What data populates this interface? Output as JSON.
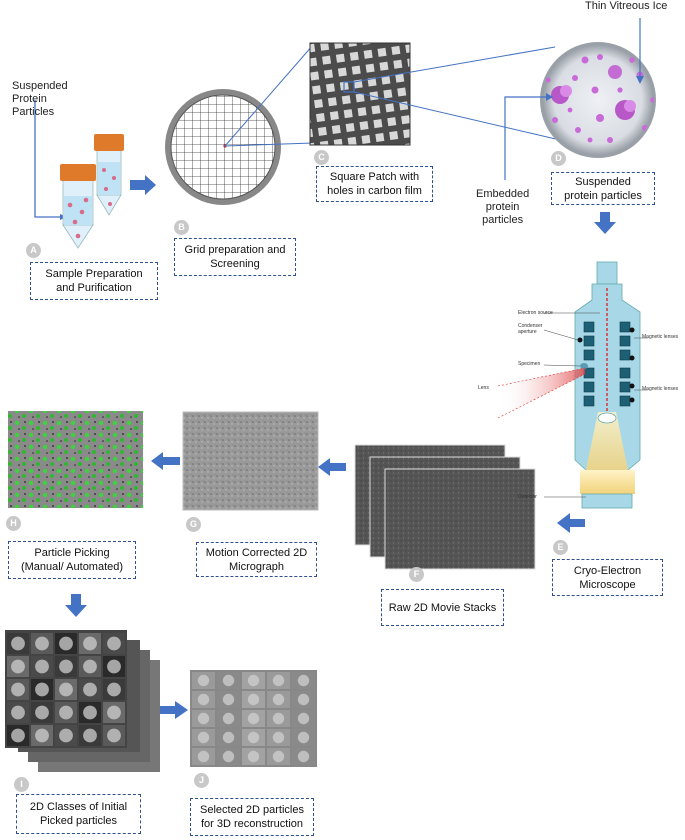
{
  "labels": {
    "suspended_protein": "Suspended\nProtein\nParticles",
    "thin_ice": "Thin Vitreous Ice",
    "embedded": "Embedded\nprotein\nparticles"
  },
  "steps": {
    "A": {
      "badge": "A",
      "label": "Sample Preparation\nand Purification"
    },
    "B": {
      "badge": "B",
      "label": "Grid preparation and\nScreening"
    },
    "C": {
      "badge": "C",
      "label": "Square Patch with\nholes in carbon film"
    },
    "D": {
      "badge": "D",
      "label": "Suspended\nprotein particles"
    },
    "E": {
      "badge": "E",
      "label": "Cryo-Electron\nMicroscope"
    },
    "F": {
      "badge": "F",
      "label": "Raw 2D Movie Stacks"
    },
    "G": {
      "badge": "G",
      "label": "Motion Corrected 2D\nMicrograph"
    },
    "H": {
      "badge": "H",
      "label": "Particle Picking\n(Manual/ Automated)"
    },
    "I": {
      "badge": "I",
      "label": "2D Classes of Initial\nPicked particles"
    },
    "J": {
      "badge": "J",
      "label": "Selected 2D particles\nfor 3D reconstruction"
    }
  },
  "microscope": {
    "electron_source": "Electron source",
    "condenser": "Condenser\naperture",
    "magnetic1": "Magnetic lenses",
    "specimen": "Specimen",
    "lens": "Lens",
    "magnetic2": "Magnetic lenses",
    "detector": "Detector"
  },
  "colors": {
    "box_border": "#2f4f8f",
    "arrow": "#4472c4",
    "badge": "#c8c8c8",
    "tube_cap": "#e07a2b",
    "scope": "#a8d8e8"
  }
}
